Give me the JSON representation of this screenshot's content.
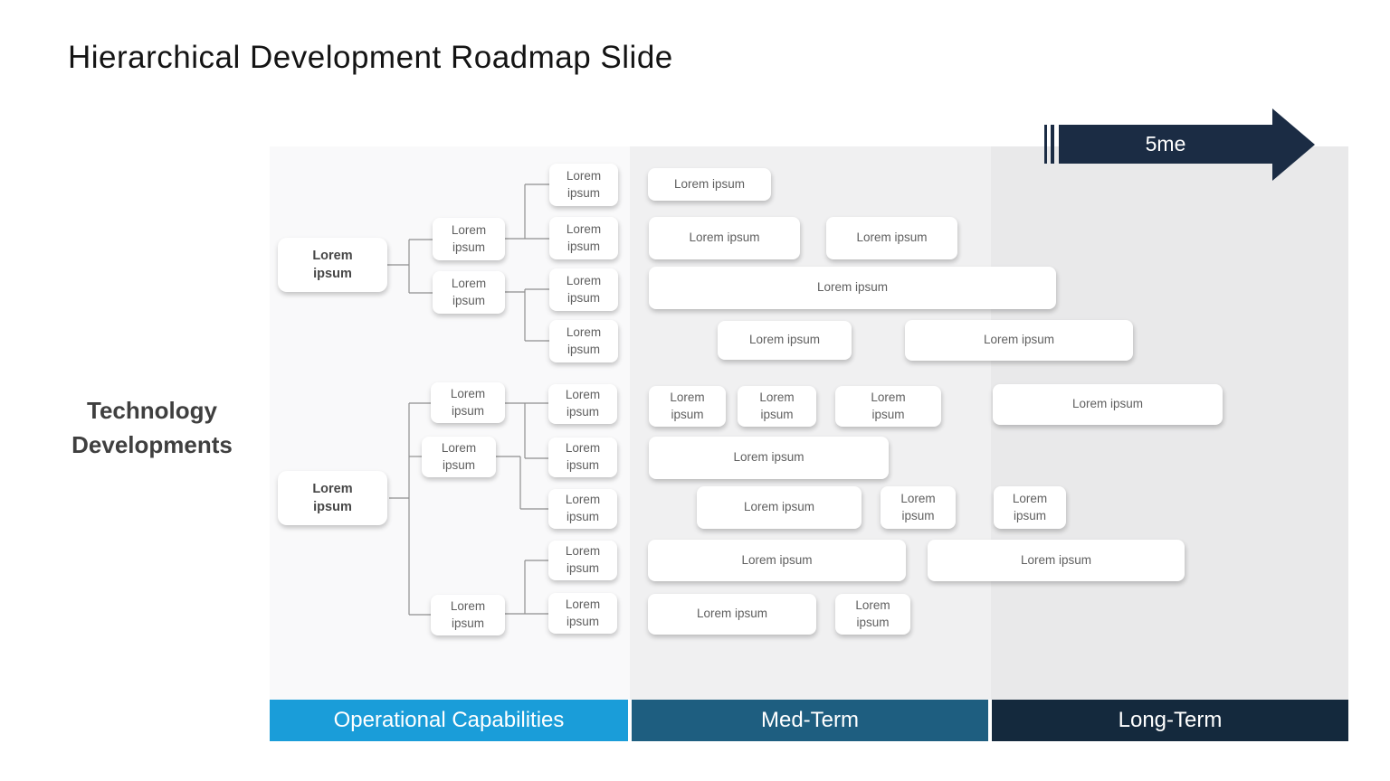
{
  "title": "Hierarchical Development Roadmap Slide",
  "side_label": {
    "line1": "Technology",
    "line2": "Developments"
  },
  "timeline_arrow": {
    "label": "5me",
    "color": "#1b2c44"
  },
  "columns": [
    {
      "label": "Operational Capabilities",
      "bar_color": "#1a9dd9",
      "panel_color": "#f9f9fa"
    },
    {
      "label": "Med-Term",
      "bar_color": "#1e5e80",
      "panel_color": "#f0f0f1"
    },
    {
      "label": "Long-Term",
      "bar_color": "#14293d",
      "panel_color": "#e9e9ea"
    }
  ],
  "tree1": {
    "root": "Lorem ipsum",
    "children": [
      "Lorem ipsum",
      "Lorem ipsum"
    ],
    "leaves": [
      "Lorem ipsum",
      "Lorem ipsum",
      "Lorem ipsum",
      "Lorem ipsum"
    ]
  },
  "tree2": {
    "root": "Lorem ipsum",
    "children": [
      "Lorem ipsum",
      "Lorem ipsum",
      "Lorem ipsum"
    ],
    "leaves": [
      "Lorem ipsum",
      "Lorem ipsum",
      "Lorem ipsum",
      "Lorem ipsum",
      "Lorem ipsum"
    ]
  },
  "med_term_boxes": [
    "Lorem ipsum",
    "Lorem ipsum",
    "Lorem ipsum",
    "Lorem ipsum",
    "Lorem ipsum",
    "Lorem ipsum",
    "Lorem ipsum",
    "Lorem ipsum",
    "Lorem ipsum",
    "Lorem ipsum",
    "Lorem ipsum",
    "Lorem ipsum",
    "Lorem ipsum",
    "Lorem ipsum",
    "Lorem ipsum",
    "Lorem ipsum"
  ],
  "long_term_boxes": [
    "Lorem ipsum",
    "Lorem ipsum"
  ]
}
